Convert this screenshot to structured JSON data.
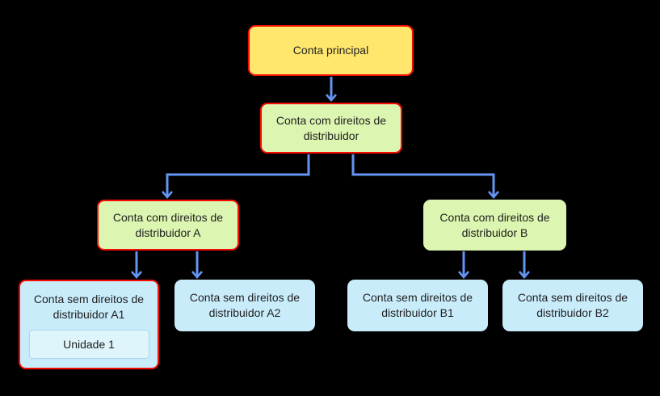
{
  "diagram": {
    "title": "Account distributor-rights hierarchy",
    "colors": {
      "background": "#000000",
      "yellow": "#ffe76e",
      "green": "#dcf5b0",
      "blue": "#c9ecfb",
      "blue_light": "#dff5fc",
      "unit_border": "#a9d8ea",
      "red": "#f60c00",
      "arrow": "#6495f3",
      "text": "#1f1f1f"
    },
    "nodes": {
      "principal": {
        "label": "Conta principal",
        "fill": "#ffe76e",
        "highlighted": true
      },
      "distribuidor": {
        "label": "Conta com direitos de distribuidor",
        "fill": "#dcf5b0",
        "highlighted": true
      },
      "distribuidor_a": {
        "label": "Conta com direitos de distribuidor A",
        "fill": "#dcf5b0",
        "highlighted": true
      },
      "distribuidor_b": {
        "label": "Conta com direitos de distribuidor B",
        "fill": "#dcf5b0",
        "highlighted": false
      },
      "sem_a1": {
        "label": "Conta sem direitos de distribuidor A1",
        "unit_label": "Unidade 1",
        "fill": "#c9ecfb",
        "highlighted": true
      },
      "sem_a2": {
        "label": "Conta sem direitos de distribuidor A2",
        "fill": "#c9ecfb",
        "highlighted": false
      },
      "sem_b1": {
        "label": "Conta sem direitos de distribuidor B1",
        "fill": "#c9ecfb",
        "highlighted": false
      },
      "sem_b2": {
        "label": "Conta sem direitos de distribuidor B2",
        "fill": "#c9ecfb",
        "highlighted": false
      }
    },
    "edges": [
      {
        "from": "principal",
        "to": "distribuidor"
      },
      {
        "from": "distribuidor",
        "to": "distribuidor_a"
      },
      {
        "from": "distribuidor",
        "to": "distribuidor_b"
      },
      {
        "from": "distribuidor_a",
        "to": "sem_a1"
      },
      {
        "from": "distribuidor_a",
        "to": "sem_a2"
      },
      {
        "from": "distribuidor_b",
        "to": "sem_b1"
      },
      {
        "from": "distribuidor_b",
        "to": "sem_b2"
      }
    ]
  }
}
